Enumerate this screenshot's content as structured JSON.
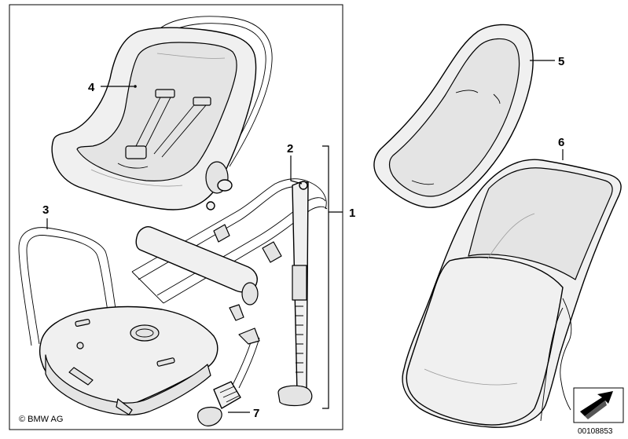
{
  "diagram": {
    "callouts": [
      {
        "id": "1",
        "label": "1"
      },
      {
        "id": "2",
        "label": "2"
      },
      {
        "id": "3",
        "label": "3"
      },
      {
        "id": "4",
        "label": "4"
      },
      {
        "id": "5",
        "label": "5"
      },
      {
        "id": "6",
        "label": "6"
      },
      {
        "id": "7",
        "label": "7"
      }
    ],
    "copyright": "© BMW AG",
    "document_number": "00108853",
    "icons": [
      "orientation-arrow-icon"
    ]
  }
}
